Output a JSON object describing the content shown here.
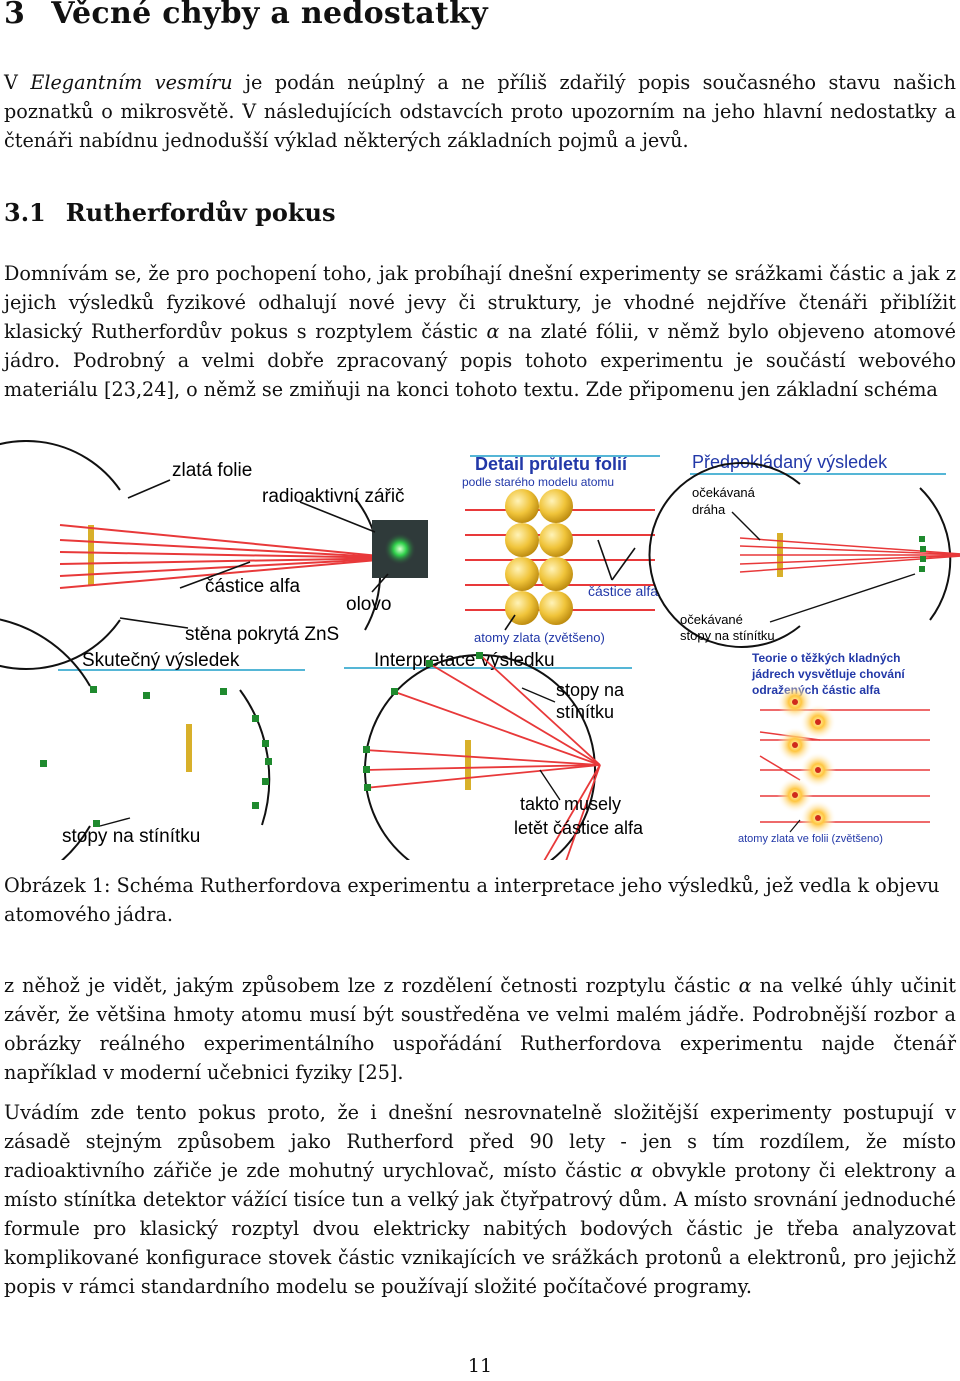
{
  "section": {
    "number": "3",
    "title": "Věcné chyby a nedostatky"
  },
  "intro": {
    "p1": "V ",
    "book_title": "Elegantním vesmíru",
    "p2": " je podán neúplný a ne příliš zdařilý popis současného stavu našich poznatků o mikrosvětě. V následujících odstavcích proto upozorním na jeho hlavní nedostatky a čtenáři nabídnu jednodušší výklad některých základních pojmů a jevů."
  },
  "subsection": {
    "number": "3.1",
    "title": "Rutherfordův pokus"
  },
  "ruth_para": {
    "p1": "Domnívám se, že pro pochopení toho, jak probíhají dnešní experimenty se srážkami částic a jak z jejich výsledků fyzikové odhalují nové jevy či struktury, je vhodné nejdříve čtenáři přiblížit klasický Rutherfordův pokus s rozptylem částic ",
    "alpha": "α",
    "p2": " na zlaté fólii, v němž bylo objeveno atomové jádro. Podrobný a velmi dobře zpracovaný popis tohoto experimentu je součástí webového materiálu [23,24], o němž se zmiňuji na konci tohoto textu. Zde připomenu jen základní schéma"
  },
  "figure": {
    "labels": {
      "gold_foil": "zlatá folie",
      "radioactive_source": "radioaktivní zářič",
      "alpha_particles": "částice alfa",
      "lead": "olovo",
      "zns_wall": "stěna pokrytá ZnS",
      "detail_title": "Detail průletu folií",
      "detail_subtitle": "podle starého modelu atomu",
      "gold_atoms": "atomy zlata (zvětšeno)",
      "detail_alpha": "částice alfa",
      "expected_title": "Předpokládaný výsledek",
      "expected_path_1": "očekávaná",
      "expected_path_2": "dráha",
      "expected_marks_1": "očekávané",
      "expected_marks_2": "stopy na stínítku",
      "real_title": "Skutečný výsledek",
      "real_marks": "stopy na stínítku",
      "interp_title": "Interpretace výsledku",
      "interp_marks_1": "stopy na",
      "interp_marks_2": "stínítku",
      "interp_paths_1": "takto musely",
      "interp_paths_2": "letět částice alfa",
      "theory_1": "Teorie o těžkých kladných",
      "theory_2": "jádrech vysvětluje chování",
      "theory_3": "odražených částic alfa",
      "foil_atoms": "atomy zlata ve folii (zvětšeno)"
    }
  },
  "caption": {
    "text": "Obrázek 1: Schéma Rutherfordova experimentu a interpretace jeho výsledků, jež vedla k objevu atomového jádra."
  },
  "after1": {
    "p1": "z něhož je vidět, jakým způsobem lze z rozdělení četnosti rozptylu částic ",
    "alpha": "α",
    "p2": " na velké úhly učinit závěr, že většina hmoty atomu musí být soustředěna ve velmi malém jádře. Podrobnější rozbor a obrázky reálného experimentálního uspořádání Rutherfordova experimentu najde čtenář například v moderní učebnici fyziky [25]."
  },
  "after2": {
    "p1": "Uvádím zde tento pokus proto, že i dnešní nesrovnatelně složitější experimenty postupují v zásadě stejným způsobem jako Rutherford před 90 lety - jen s tím rozdílem, že místo radioaktivního zářiče je zde mohutný urychlovač, místo částic ",
    "alpha": "α",
    "p2": " obvykle protony či elektrony a místo stínítka detektor vážící tisíce tun a velký jak čtyřpatrový dům. A místo srovnání jednoduché formule pro klasický rozptyl dvou elektricky nabitých bodových částic je třeba analyzovat komplikované konfigurace stovek částic vznikajících ve srážkách protonů a elektronů, pro jejichž popis v rámci standardního modelu se používají složité počítačové programy."
  },
  "page_number": "11",
  "colors": {
    "ray": "#e8393a",
    "foil": "#d8b02a",
    "mark": "#1f8a2e",
    "heading_blue": "#2238a8",
    "underline": "#55b6d6"
  }
}
